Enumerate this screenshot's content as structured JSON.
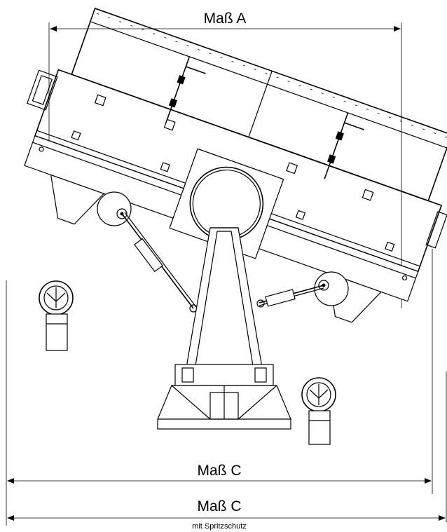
{
  "dimensions": {
    "a": {
      "label": "Maß A"
    },
    "c": {
      "label": "Maß C"
    },
    "c_splash": {
      "label": "Maß C",
      "sublabel": "mit Spritzschutz"
    }
  }
}
